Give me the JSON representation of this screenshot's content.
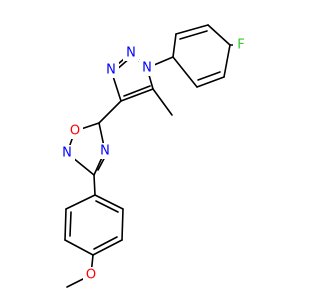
{
  "molecule": {
    "atoms": [
      {
        "id": "N_a",
        "symbol": "N",
        "color": "#0000ff"
      },
      {
        "id": "N_b",
        "symbol": "N",
        "color": "#0000ff"
      },
      {
        "id": "N_c",
        "symbol": "N",
        "color": "#0000ff"
      },
      {
        "id": "O_ring",
        "symbol": "O",
        "color": "#ff0000"
      },
      {
        "id": "N_d",
        "symbol": "N",
        "color": "#0000ff"
      },
      {
        "id": "N_e",
        "symbol": "N",
        "color": "#0000ff"
      },
      {
        "id": "F",
        "symbol": "F",
        "color": "#33cc33"
      },
      {
        "id": "O_methoxy",
        "symbol": "O",
        "color": "#ff0000"
      }
    ]
  }
}
